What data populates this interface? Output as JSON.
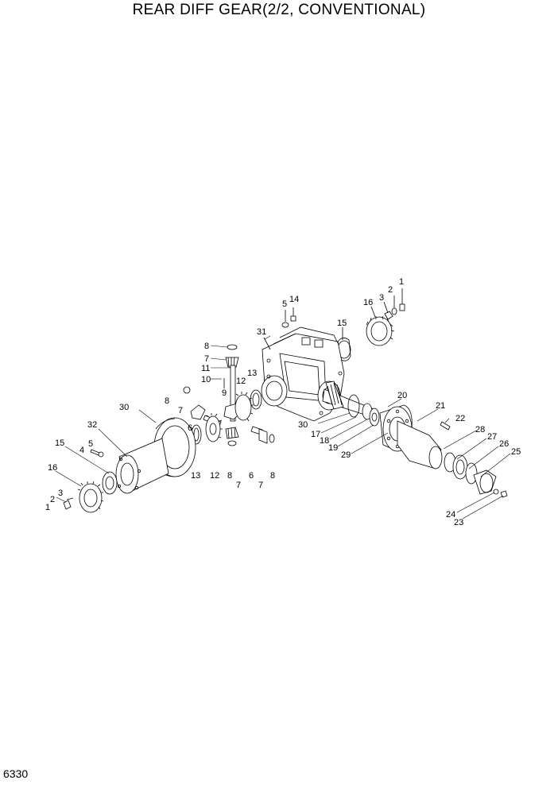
{
  "title": "REAR DIFF GEAR(2/2, CONVENTIONAL)",
  "page_number": "6330",
  "callouts": [
    {
      "id": "c1a",
      "text": "1"
    },
    {
      "id": "c2a",
      "text": "2"
    },
    {
      "id": "c3a",
      "text": "3"
    },
    {
      "id": "c16a",
      "text": "16"
    },
    {
      "id": "c5a",
      "text": "5"
    },
    {
      "id": "c14",
      "text": "14"
    },
    {
      "id": "c15a",
      "text": "15"
    },
    {
      "id": "c31",
      "text": "31"
    },
    {
      "id": "c8a",
      "text": "8"
    },
    {
      "id": "c7a",
      "text": "7"
    },
    {
      "id": "c11",
      "text": "11"
    },
    {
      "id": "c10",
      "text": "10"
    },
    {
      "id": "c9",
      "text": "9"
    },
    {
      "id": "c13a",
      "text": "13"
    },
    {
      "id": "c12a",
      "text": "12"
    },
    {
      "id": "c8b",
      "text": "8"
    },
    {
      "id": "c7b",
      "text": "7"
    },
    {
      "id": "c6a",
      "text": "6"
    },
    {
      "id": "c30a",
      "text": "30"
    },
    {
      "id": "c32",
      "text": "32"
    },
    {
      "id": "c15b",
      "text": "15"
    },
    {
      "id": "c5b",
      "text": "5"
    },
    {
      "id": "c4",
      "text": "4"
    },
    {
      "id": "c16b",
      "text": "16"
    },
    {
      "id": "c3b",
      "text": "3"
    },
    {
      "id": "c2b",
      "text": "2"
    },
    {
      "id": "c1b",
      "text": "1"
    },
    {
      "id": "c13b",
      "text": "13"
    },
    {
      "id": "c12b",
      "text": "12"
    },
    {
      "id": "c8c",
      "text": "8"
    },
    {
      "id": "c7c",
      "text": "7"
    },
    {
      "id": "c6b",
      "text": "6"
    },
    {
      "id": "c7d",
      "text": "7"
    },
    {
      "id": "c8d",
      "text": "8"
    },
    {
      "id": "c30b",
      "text": "30"
    },
    {
      "id": "c17",
      "text": "17"
    },
    {
      "id": "c18",
      "text": "18"
    },
    {
      "id": "c19",
      "text": "19"
    },
    {
      "id": "c29",
      "text": "29"
    },
    {
      "id": "c20",
      "text": "20"
    },
    {
      "id": "c21",
      "text": "21"
    },
    {
      "id": "c22",
      "text": "22"
    },
    {
      "id": "c28",
      "text": "28"
    },
    {
      "id": "c27",
      "text": "27"
    },
    {
      "id": "c26",
      "text": "26"
    },
    {
      "id": "c25",
      "text": "25"
    },
    {
      "id": "c24",
      "text": "24"
    },
    {
      "id": "c23",
      "text": "23"
    }
  ]
}
